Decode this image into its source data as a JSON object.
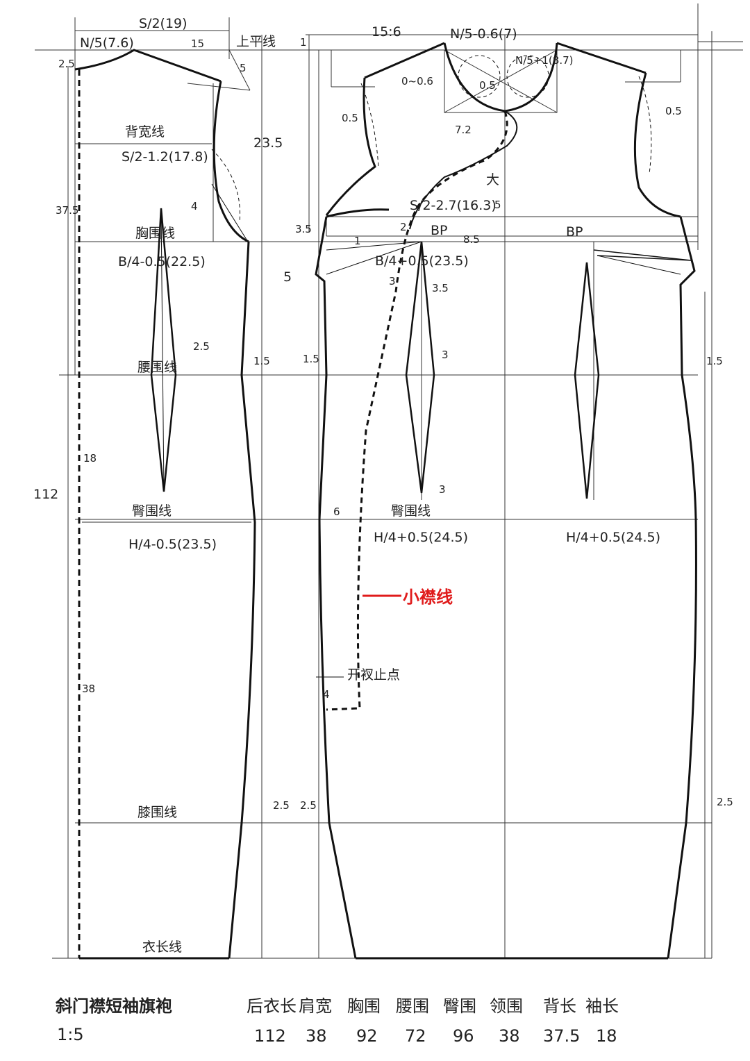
{
  "labels": {
    "shoulder_level_line": "上平线",
    "back_width_line": "背宽线",
    "chest_line": "胸围线",
    "waist_line": "腰围线",
    "hip_line_back": "臀围线",
    "hip_line_front": "臀围线",
    "knee_line": "膝围线",
    "hem_line": "衣长线",
    "small_placket_line": "小襟线",
    "slit_stop_point": "开衩止点",
    "bp_left": "BP",
    "bp_right": "BP",
    "pleat_char": "大"
  },
  "measurements": {
    "back_half_shoulder": "S/2(19)",
    "back_neck_width": "N/5(7.6)",
    "back_shoulder_slope_15": "15",
    "back_shoulder_5": "5",
    "back_neck_rise": "2.5",
    "back_armhole_depth": "23.5",
    "back_width": "S/2-1.2(17.8)",
    "back_length_side": "37.5",
    "back_dart_4": "4",
    "back_waist_dart_25": "2.5",
    "back_chest": "B/4-0.5(22.5)",
    "back_waist_side_15": "1.5",
    "waist_to_hip": "18",
    "back_hip": "H/4-0.5(23.5)",
    "hip_to_knee": "38",
    "total_length": "112",
    "back_knee_25": "2.5",
    "front_shoulder_156": "15:6",
    "front_neck_width": "N/5-0.6(7)",
    "front_neck_depth": "N/5+1(8.7)",
    "front_offset_1": "1",
    "front_shoulder_adj": "0~0.6",
    "front_neck_05": "0.5",
    "front_arm_05": "0.5",
    "front_72": "7.2",
    "front_width": "S/2-2.7(16.3)",
    "front_width_5": "5",
    "front_35": "3.5",
    "front_2": "2",
    "front_85": "8.5",
    "front_chest": "B/4+0.5(23.5)",
    "front_dart_5": "5",
    "front_dart_3": "3",
    "front_dart_35b": "3.5",
    "front_waist_15": "1.5",
    "front_waist_dart_3": "3",
    "front_hip_dart_3": "3",
    "front_hip_6": "6",
    "front_hip_left": "H/4+0.5(24.5)",
    "front_hip_right": "H/4+0.5(24.5)",
    "slit_4": "4",
    "front_knee_25": "2.5",
    "right_arm_05": "0.5",
    "right_waist_15": "1.5",
    "right_knee_25": "2.5",
    "front_dart_1": "1"
  },
  "footer": {
    "title": "斜门襟短袖旗袍",
    "scale": "1:5",
    "columns": [
      "后衣长",
      "肩宽",
      "胸围",
      "腰围",
      "臀围",
      "领围",
      "背长",
      "袖长"
    ],
    "values": [
      "112",
      "38",
      "92",
      "72",
      "96",
      "38",
      "37.5",
      "18"
    ]
  },
  "colors": {
    "ink": "#111111",
    "accent": "#e01b1b"
  }
}
